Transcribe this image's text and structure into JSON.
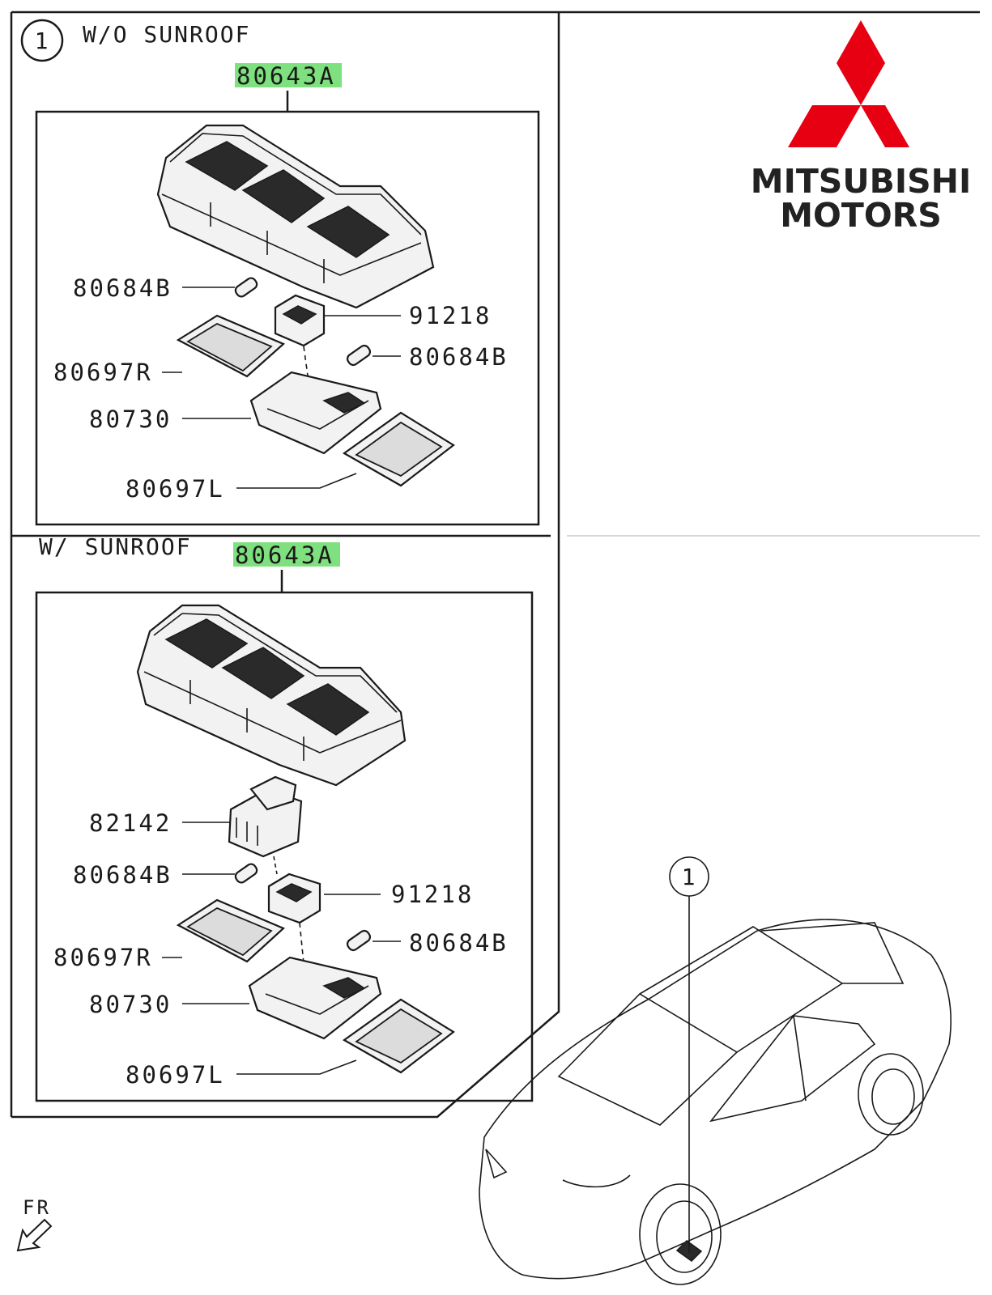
{
  "sections": [
    {
      "key": "without_sunroof",
      "marker": "1",
      "title": "W/O  SUNROOF",
      "assembly_part": "80643A",
      "parts": {
        "bulb_left": "80684B",
        "switch": "91218",
        "bulb_right": "80684B",
        "lens_right": "80697R",
        "housing": "80730",
        "lens_left": "80697L"
      }
    },
    {
      "key": "with_sunroof",
      "title": "W/ SUNROOF",
      "assembly_part": "80643A",
      "parts": {
        "sunroof_switch": "82142",
        "bulb_left": "80684B",
        "switch": "91218",
        "bulb_right": "80684B",
        "lens_right": "80697R",
        "housing": "80730",
        "lens_left": "80697L"
      }
    }
  ],
  "brand": {
    "line1": "MITSUBISHI",
    "line2": "MOTORS",
    "logo_color": "#e60012",
    "text_color": "#222222"
  },
  "highlight_color": "#7ee07e",
  "location_marker": "1",
  "direction_label": "FR"
}
